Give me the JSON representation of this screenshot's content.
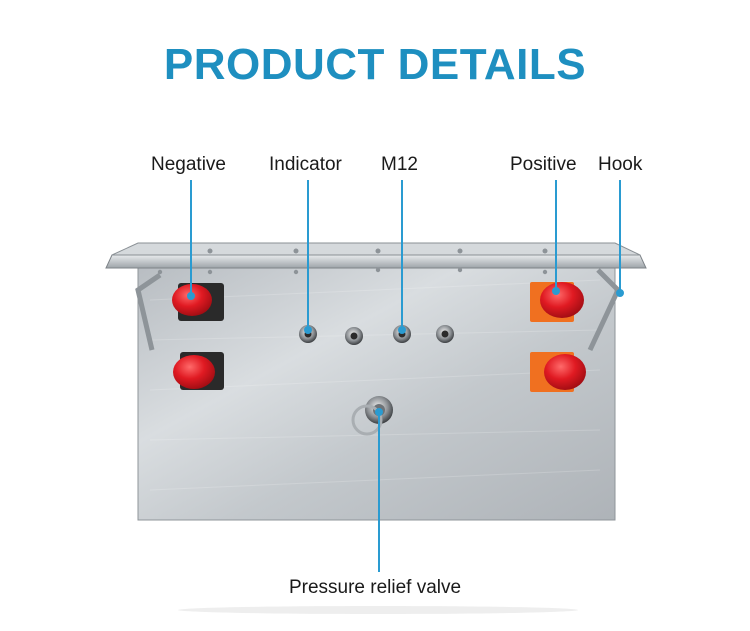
{
  "title": "PRODUCT DETAILS",
  "labels": {
    "negative": "Negative",
    "indicator": "Indicator",
    "m12": "M12",
    "positive": "Positive",
    "hook": "Hook",
    "pressure_relief_valve": "Pressure relief valve"
  },
  "colors": {
    "title": "#1e8fc0",
    "leader": "#2a9bd1",
    "terminal_red": "#e01a22",
    "terminal_orange": "#f07020",
    "steel": "#c9ced2"
  }
}
